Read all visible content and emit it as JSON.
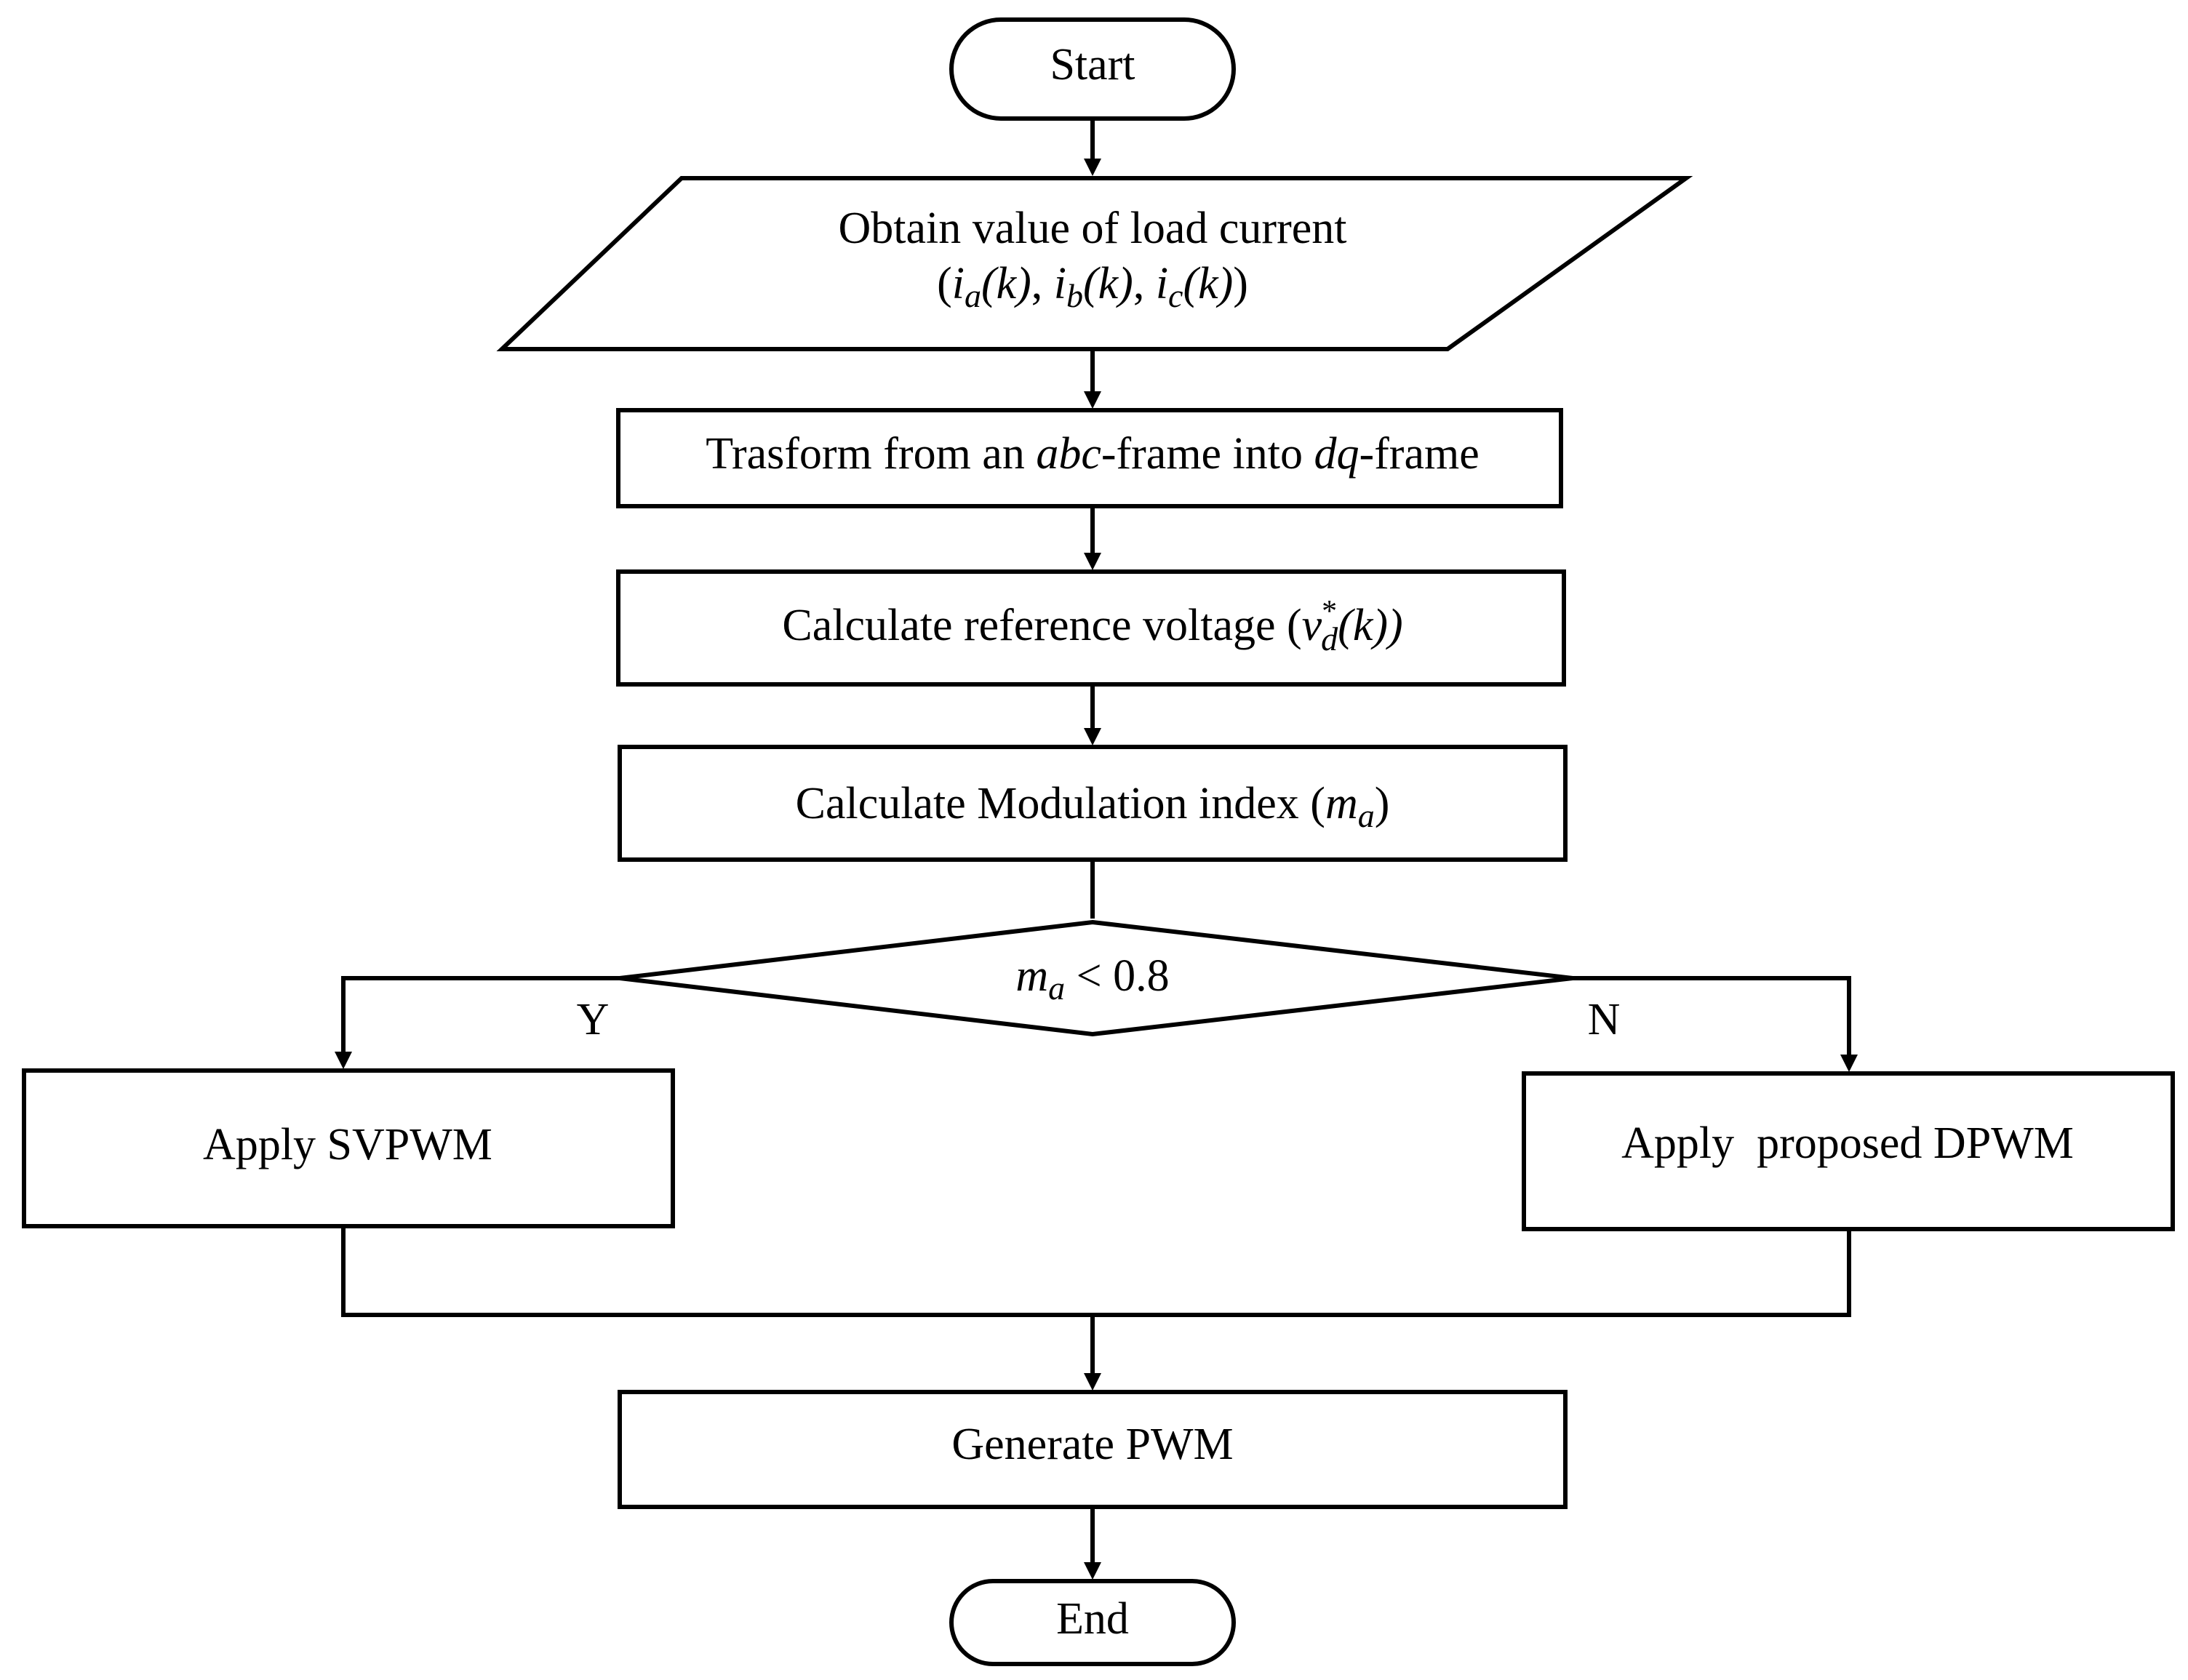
{
  "diagram": {
    "nodes": {
      "start": {
        "label": "Start"
      },
      "input": {
        "line1": "Obtain value of load current",
        "open": "(",
        "i": "i",
        "sub_a": "a",
        "sub_b": "b",
        "sub_c": "c",
        "k_arg": "(k)",
        "sep": ", ",
        "close": ")"
      },
      "transform": {
        "pre": "Trasform from an ",
        "abc": "abc",
        "mid": "-frame into ",
        "dq": "dq",
        "post": "-frame"
      },
      "reference": {
        "pre": "Calculate reference voltage (",
        "v": "v",
        "sup": "*",
        "sub": "d",
        "post": "(k))"
      },
      "modulation": {
        "pre": "Calculate Modulation index (",
        "m": "m",
        "sub": "a",
        "post": ")"
      },
      "decision": {
        "m": "m",
        "sub": "a",
        "rest": " < 0.8"
      },
      "svpwm": {
        "label": "Apply SVPWM"
      },
      "dpwm": {
        "label": "Apply  proposed DPWM"
      },
      "generate": {
        "label": "Generate PWM"
      },
      "end": {
        "label": "End"
      }
    },
    "branches": {
      "yes": "Y",
      "no": "N"
    }
  }
}
